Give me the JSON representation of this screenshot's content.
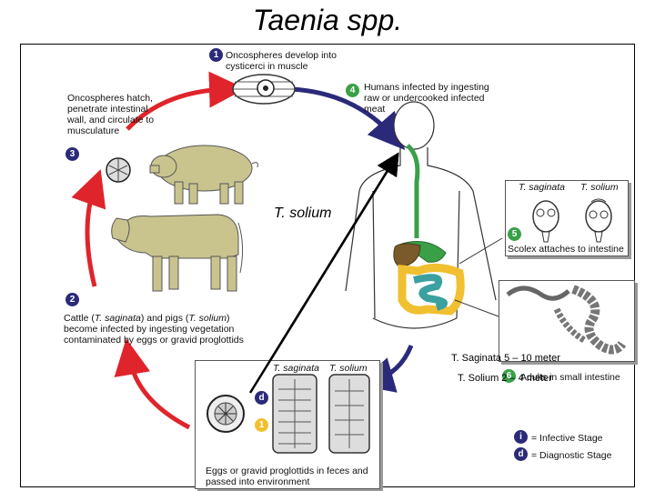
{
  "title": "Taenia spp.",
  "overlay_label": "T. solium",
  "sizes": {
    "saginata": "T. Saginata 5 – 10 meter",
    "solium": "T. Solium 2 – 4 meter"
  },
  "stages": {
    "s1": {
      "num": "1",
      "text": "Oncospheres develop into cysticerci in muscle"
    },
    "s2": {
      "num": "2",
      "text_a": "Cattle (",
      "ital_a": "T. saginata",
      "text_b": ") and pigs (",
      "ital_b": "T. solium",
      "text_c": ") become infected by ingesting vegetation contaminated by eggs or gravid proglottids"
    },
    "s3": {
      "num": "3",
      "text": "Oncospheres hatch, penetrate intestinal wall, and circulate to musculature"
    },
    "s4": {
      "num": "4",
      "text": "Humans infected by ingesting raw or undercooked infected meat"
    },
    "s5": {
      "num": "5",
      "text": "Scolex attaches to intestine"
    },
    "s6": {
      "num": "6",
      "text": "Adults in small intestine"
    },
    "eggs": {
      "num_i": "1",
      "num_d": "d",
      "text": "Eggs or gravid proglottids in feces and passed into environment"
    }
  },
  "box_labels": {
    "saginata": "T. saginata",
    "solium": "T. solium"
  },
  "legend": {
    "i_sym": "i",
    "i_text": "= Infective Stage",
    "d_sym": "d",
    "d_text": "= Diagnostic Stage"
  },
  "colors": {
    "red_arrow": "#e0242b",
    "blue_arrow": "#2b2a7a",
    "animal": "#c9c48e",
    "stomach": "#3aa048",
    "liver": "#7a5a2a",
    "colon": "#f0c030",
    "small_intestine": "#3aa0a0"
  }
}
